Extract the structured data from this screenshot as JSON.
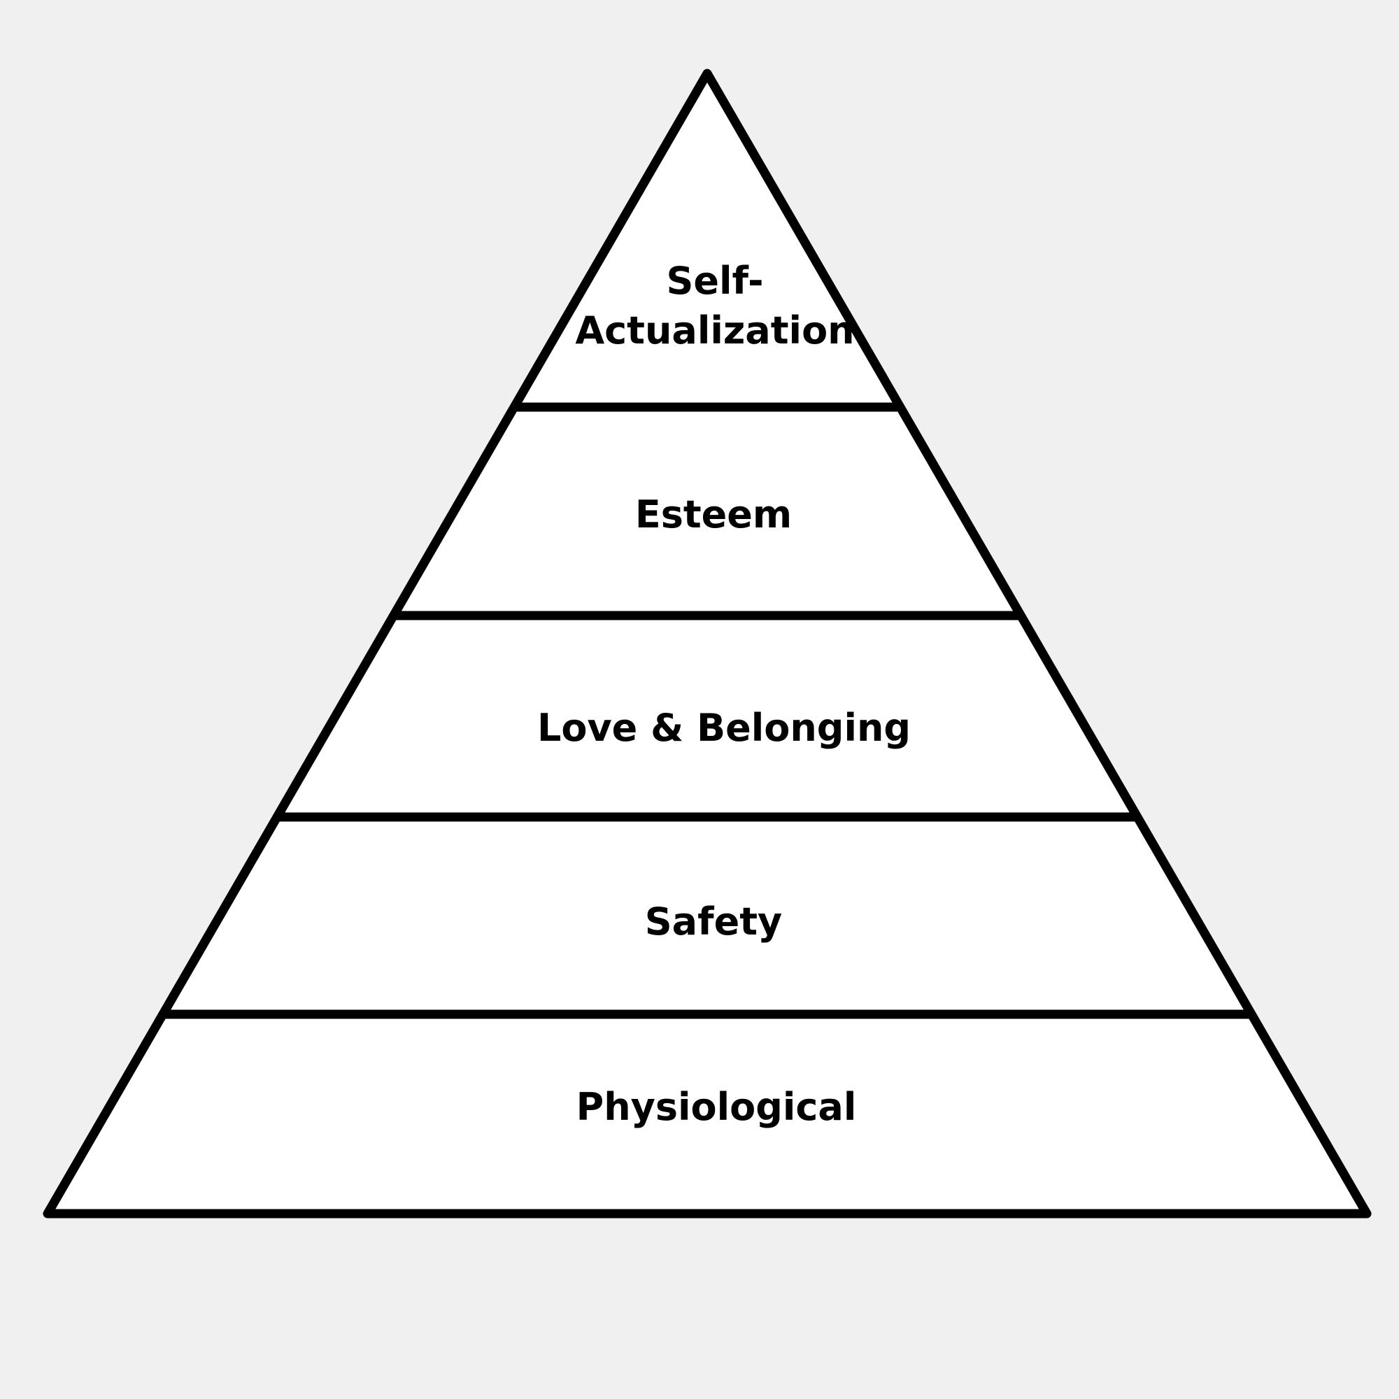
{
  "title": "Hierarchy of Needs pyramid",
  "colors": {
    "background": "#f0f0f0",
    "fill": "#ffffff",
    "stroke": "#000000"
  },
  "levels": [
    {
      "lines": [
        "Self-",
        "Actualization"
      ]
    },
    {
      "lines": [
        "Esteem"
      ]
    },
    {
      "lines": [
        "Love & Belonging"
      ]
    },
    {
      "lines": [
        "Safety"
      ]
    },
    {
      "lines": [
        "Physiological"
      ]
    }
  ]
}
